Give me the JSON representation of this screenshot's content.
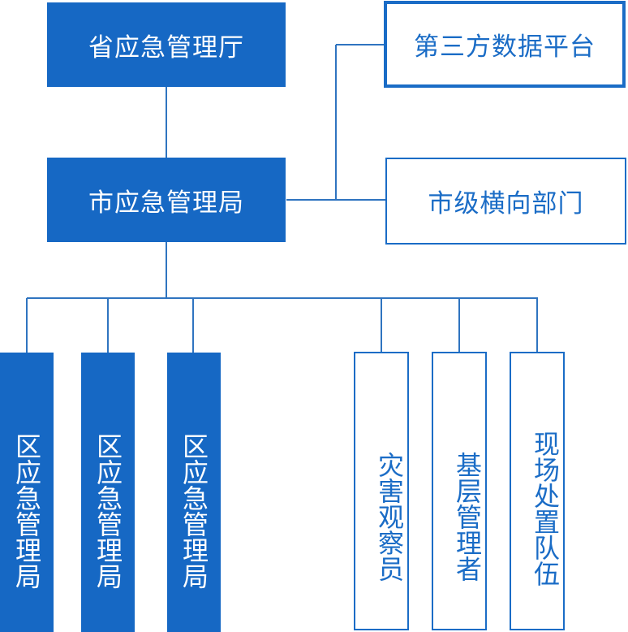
{
  "nodes": {
    "province": "省应急管理厅",
    "city": "市应急管理局",
    "third_party": "第三方数据平台",
    "city_horizontal": "市级横向部门",
    "district_1": "区应急管理局",
    "district_2": "区应急管理局",
    "district_3": "区应急管理局",
    "disaster_observer": "灾害观察员",
    "grassroots_manager": "基层管理者",
    "onsite_team": "现场处置队伍"
  },
  "colors": {
    "primary_fill": "#1668c4",
    "outline": "#1a6cc6",
    "connector": "#2f74c0",
    "text_on_fill": "#ffffff"
  }
}
